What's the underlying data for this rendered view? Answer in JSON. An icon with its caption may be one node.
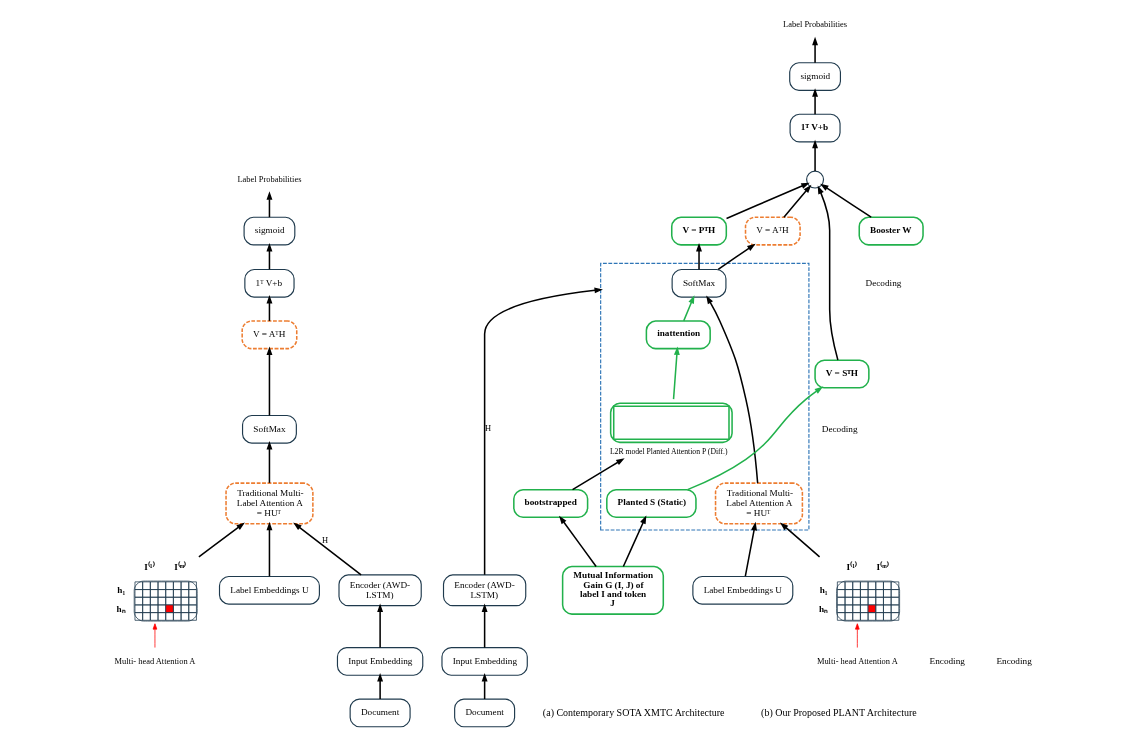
{
  "diagram": {
    "nodes": [
      {
        "text": [
          "Label Probabilities"
        ]
      },
      {
        "text": [
          "sigmoid"
        ]
      },
      {
        "text": [
          "1ᵀ V+b"
        ]
      },
      {
        "text": [
          "V = AᵀH"
        ]
      },
      {
        "text": [
          "SoftMax"
        ]
      },
      {
        "text": [
          "Traditional Multi- Label Attention A = HUᵀ"
        ]
      },
      {
        "text": [
          "Label Embeddings U"
        ]
      },
      {
        "text": [
          "Encoder (AWD- LSTM)"
        ]
      },
      {
        "text": [
          "Input Embedding"
        ]
      },
      {
        "text": [
          "Document"
        ]
      },
      {
        "text": [],
        "shape": "picture",
        "beside": [
          "I⁽¹⁾",
          "I⁽ᵐ⁾",
          "h₁",
          "hₙ"
        ]
      },
      {
        "text": [
          "Multi- head Attention A"
        ]
      },
      {
        "text": [
          "Label Probabilities"
        ]
      },
      {
        "text": [
          "sigmoid"
        ]
      },
      {
        "text": [
          "1ᵀ V+b"
        ]
      },
      {
        "text": [],
        "shape": "circle"
      },
      {
        "text": [
          "Booster W"
        ]
      },
      {
        "text": [
          "V = AᵀH"
        ]
      },
      {
        "text": [
          "V = SᵀH"
        ]
      },
      {
        "text": [
          "V = PᵀH"
        ]
      },
      {
        "text": [],
        "shape": "box"
      },
      {
        "text": [
          "SoftMax"
        ],
        "in": 20
      },
      {
        "text": [
          "inattention"
        ],
        "in": 20
      },
      {
        "text": [
          "Traditional Multi- Label Attention A = HUᵀ"
        ],
        "in": 20
      },
      {
        "text": [
          "Planted S (Static)"
        ],
        "in": 20
      },
      {
        "text": [],
        "shape": "box",
        "beside": [
          "L2R model Planted Attention P (Diff.)"
        ],
        "in": 20
      },
      {
        "text": [
          "bootstrapped"
        ]
      },
      {
        "text": [
          "Label Embeddings U"
        ]
      },
      {
        "text": [
          "Encoder (AWD- LSTM)"
        ]
      },
      {
        "text": [
          "Mutual Information Gain G (I, J) of label I and token J"
        ]
      },
      {
        "text": [
          "Input Embedding"
        ]
      },
      {
        "text": [
          "Document"
        ]
      },
      {
        "text": [],
        "shape": "picture",
        "beside": [
          "I⁽¹⁾",
          "I⁽ᵐ⁾",
          "h₁",
          "hₙ"
        ]
      },
      {
        "text": [
          "Multi- head Attention A"
        ]
      }
    ],
    "edges": [
      {
        "from": 9,
        "to": 8,
        "arrow": "to"
      },
      {
        "from": 8,
        "to": 7,
        "arrow": "to"
      },
      {
        "from": 7,
        "to": 5,
        "arrow": "to",
        "label": "H"
      },
      {
        "from": 6,
        "to": 5,
        "arrow": "to"
      },
      {
        "from": 10,
        "to": 5,
        "arrow": "to"
      },
      {
        "from": 5,
        "to": 4,
        "arrow": "to"
      },
      {
        "from": 4,
        "to": 3,
        "arrow": "to"
      },
      {
        "from": 3,
        "to": 2,
        "arrow": "to"
      },
      {
        "from": 2,
        "to": 1,
        "arrow": "to"
      },
      {
        "from": 1,
        "to": 0,
        "arrow": "to"
      },
      {
        "from": 11,
        "to": 10,
        "arrow": "to",
        "color": "#ff0000"
      },
      {
        "from": 31,
        "to": 30,
        "arrow": "to"
      },
      {
        "from": 30,
        "to": 28,
        "arrow": "to"
      },
      {
        "from": 28,
        "to": 20,
        "arrow": "to",
        "label": "H"
      },
      {
        "from": 27,
        "to": 23,
        "arrow": "to"
      },
      {
        "from": 32,
        "to": 23,
        "arrow": "to"
      },
      {
        "from": 23,
        "to": 21,
        "arrow": "to"
      },
      {
        "from": 21,
        "to": 17,
        "arrow": "to"
      },
      {
        "from": 21,
        "to": 19,
        "arrow": "to"
      },
      {
        "from": 17,
        "to": 15,
        "arrow": "to"
      },
      {
        "from": 18,
        "to": 15,
        "arrow": "to"
      },
      {
        "from": 16,
        "to": 15,
        "arrow": "to"
      },
      {
        "from": 19,
        "to": 15,
        "arrow": "to"
      },
      {
        "from": 15,
        "to": 14,
        "arrow": "to"
      },
      {
        "from": 14,
        "to": 13,
        "arrow": "to"
      },
      {
        "from": 13,
        "to": 12,
        "arrow": "to"
      },
      {
        "from": 24,
        "to": 18,
        "arrow": "to",
        "color": "#22b14c"
      },
      {
        "from": 22,
        "to": 21,
        "arrow": "to",
        "color": "#22b14c"
      },
      {
        "from": 25,
        "to": 22,
        "arrow": "to",
        "color": "#22b14c"
      },
      {
        "from": 26,
        "to": 25,
        "arrow": "to"
      },
      {
        "from": 29,
        "to": 24,
        "arrow": "to"
      },
      {
        "from": 29,
        "to": 26,
        "arrow": "to"
      },
      {
        "from": 33,
        "to": 32,
        "arrow": "to",
        "color": "#ff0000"
      }
    ],
    "labels": [
      "Decoding",
      "Encoding",
      "Decoding",
      "Encoding",
      "(a) Contemporary SOTA XMTC Architecture",
      "(b) Our Proposed PLANT Architecture"
    ]
  }
}
